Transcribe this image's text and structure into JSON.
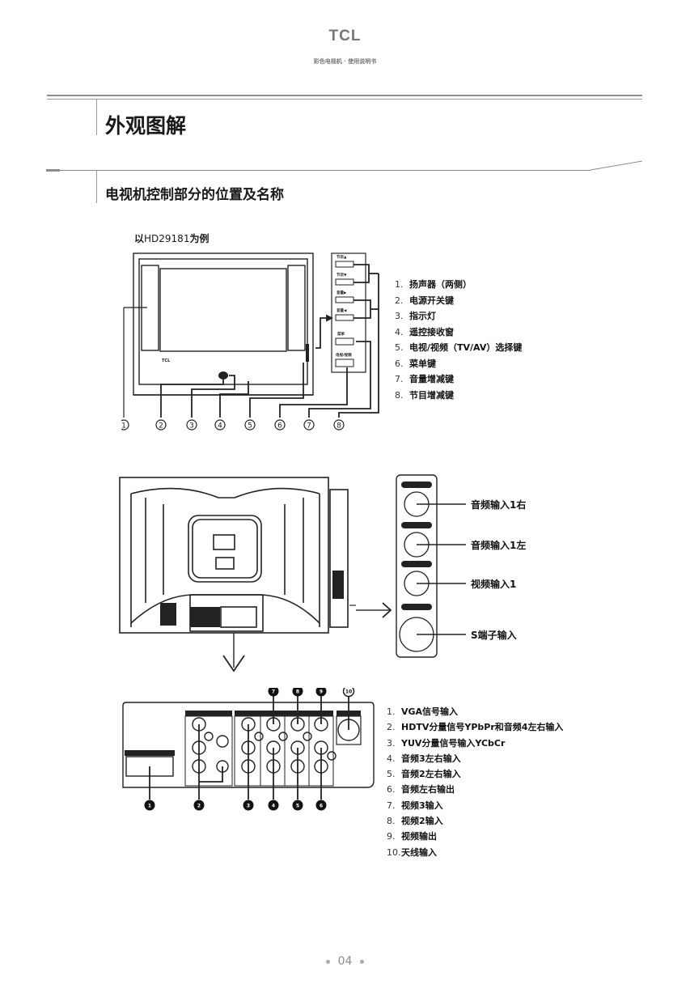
{
  "header": {
    "brand": "TCL",
    "subtitle": "彩色电视机 · 使用说明书"
  },
  "section": {
    "title": "外观图解",
    "subtitle": "电视机控制部分的位置及名称"
  },
  "front": {
    "example_prefix": "以",
    "example_model": "HD29181",
    "example_suffix": "为例",
    "callouts": [
      "1",
      "2",
      "3",
      "4",
      "5",
      "6",
      "7",
      "8"
    ],
    "panel_buttons": [
      "节目▲",
      "节目▼",
      "音量▶",
      "音量◀",
      "菜单",
      "电视/视频"
    ],
    "items": [
      {
        "num": "1.",
        "label": "扬声器（两侧）"
      },
      {
        "num": "2.",
        "label": "电源开关键"
      },
      {
        "num": "3.",
        "label": "指示灯"
      },
      {
        "num": "4.",
        "label": "遥控接收窗"
      },
      {
        "num": "5.",
        "label": "电视/视频（TV/AV）选择键"
      },
      {
        "num": "6.",
        "label": "菜单键"
      },
      {
        "num": "7.",
        "label": "音量增减键"
      },
      {
        "num": "8.",
        "label": "节目增减键"
      }
    ]
  },
  "side_panel": {
    "items": [
      {
        "tag": "音频输入1右",
        "label": "音频输入1右"
      },
      {
        "tag": "音频输入1左",
        "label": "音频输入1左"
      },
      {
        "tag": "视频输入1",
        "label": "视频输入1"
      },
      {
        "tag": "S端子输入",
        "label": "S端子输入"
      }
    ]
  },
  "rear": {
    "callouts": [
      "1",
      "2",
      "3",
      "4",
      "5",
      "6",
      "7",
      "8",
      "9",
      "10"
    ],
    "items": [
      {
        "num": "1.",
        "label": "VGA信号输入"
      },
      {
        "num": "2.",
        "label": "HDTV分量信号YPbPr和音频4左右输入"
      },
      {
        "num": "3.",
        "label": "YUV分量信号输入YCbCr"
      },
      {
        "num": "4.",
        "label": "音频3左右输入"
      },
      {
        "num": "5.",
        "label": "音频2左右输入"
      },
      {
        "num": "6.",
        "label": "音频左右输出"
      },
      {
        "num": "7.",
        "label": "视频3输入"
      },
      {
        "num": "8.",
        "label": "视频2输入"
      },
      {
        "num": "9.",
        "label": "视频输出"
      },
      {
        "num": "10.",
        "label": "天线输入"
      }
    ]
  },
  "footer": {
    "page_number": "04"
  }
}
